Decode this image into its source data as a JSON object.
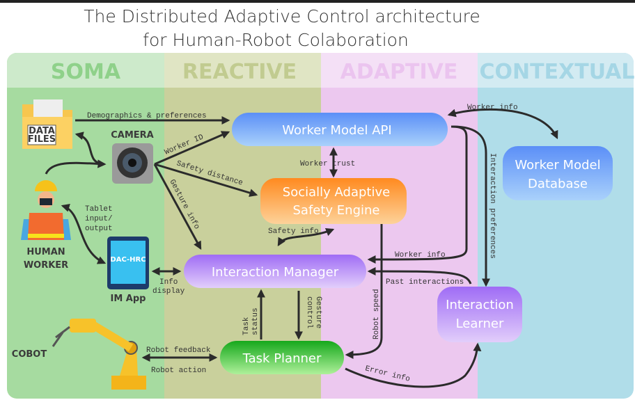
{
  "title": {
    "line1": "The Distributed Adaptive Control architecture",
    "line2": "for Human-Robot Colaboration"
  },
  "layers": [
    {
      "name": "SOMA",
      "color": "#a6dba0",
      "header_color": "#cdeacb",
      "text_color": "#8fd18a"
    },
    {
      "name": "REACTIVE",
      "color": "#c9d09c",
      "header_color": "#e0e5c4",
      "text_color": "#c1cb90"
    },
    {
      "name": "ADAPTIVE",
      "color": "#ecc8ef",
      "header_color": "#f4e0f6",
      "text_color": "#ebc4ef"
    },
    {
      "name": "CONTEXTUAL",
      "color": "#b0dde9",
      "header_color": "#d3ebf2",
      "text_color": "#a5d6e5"
    }
  ],
  "nodes": {
    "worker_model_api": {
      "label": "Worker Model API",
      "color_top": "#5b8ff7",
      "color_bottom": "#a9d1fb"
    },
    "safety_engine": {
      "line1": "Socially Adaptive",
      "line2": "Safety Engine",
      "color_top": "#ff8a1f",
      "color_bottom": "#fdd29a"
    },
    "interaction_manager": {
      "label": "Interaction Manager",
      "color_top": "#9f6cf5",
      "color_bottom": "#e2cefb"
    },
    "task_planner": {
      "label": "Task Planner",
      "color_top": "#16a81c",
      "color_bottom": "#aef09a"
    },
    "worker_model_db": {
      "line1": "Worker Model",
      "line2": "Database",
      "color_top": "#5b8ff7",
      "color_bottom": "#a9d1fb"
    },
    "interaction_learner": {
      "line1": "Interaction",
      "line2": "Learner",
      "color_top": "#9f6cf5",
      "color_bottom": "#e2cefb"
    }
  },
  "icons": {
    "data_files": {
      "line1": "DATA",
      "line2": "FILES"
    },
    "camera": "CAMERA",
    "human_worker": {
      "line1": "HUMAN",
      "line2": "WORKER"
    },
    "tablet": {
      "screen": "DAC-HRC",
      "caption": "IM App"
    },
    "cobot": "COBOT"
  },
  "edges": {
    "demographics": "Demographics & preferences",
    "worker_id": "Worker ID",
    "safety_distance": "Safety distance",
    "gesture_info": "Gesture info",
    "worker_trust": "Worker trust",
    "safety_info": "Safety info",
    "worker_info_db": "Worker info",
    "interaction_preferences": "Interaction preferences",
    "worker_info_im": "Worker info",
    "past_interactions": "Past interactions",
    "robot_speed": "Robot speed",
    "tablet_io": [
      "Tablet",
      "input/",
      "output"
    ],
    "info_display": [
      "Info",
      "display"
    ],
    "task_status": [
      "Task",
      "status"
    ],
    "gesture_control": [
      "Gesture",
      "control"
    ],
    "robot_feedback": "Robot feedback",
    "robot_action": "Robot action",
    "error_info": "Error info"
  }
}
